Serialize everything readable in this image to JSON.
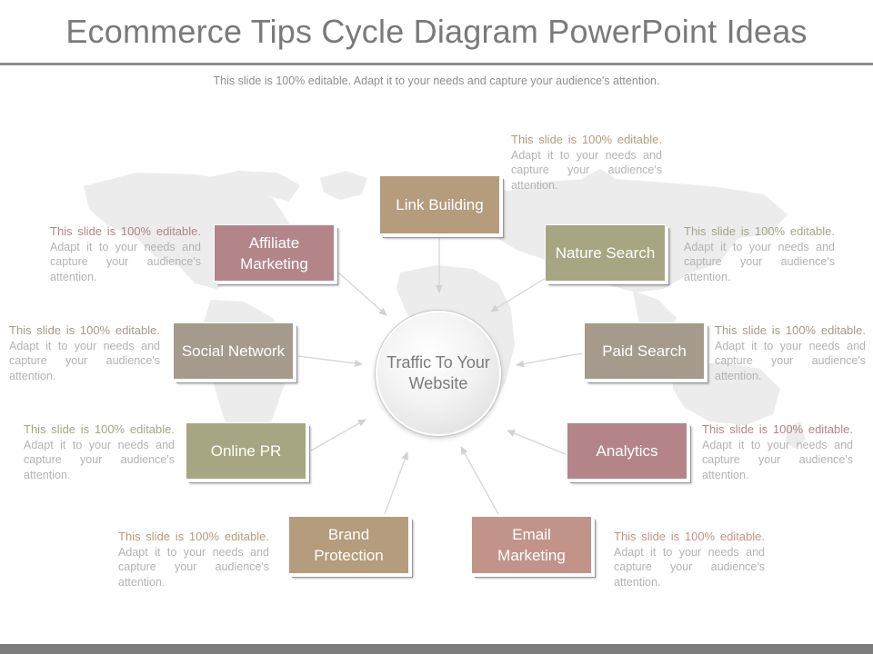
{
  "title": "Ecommerce Tips Cycle Diagram PowerPoint Ideas",
  "subtitle": "This slide is 100% editable. Adapt it to your needs and capture your audience's attention.",
  "hub": {
    "label": "Traffic To Your Website"
  },
  "colors": {
    "olive": "#a6a682",
    "tan": "#b49c7c",
    "mauve": "#b38589",
    "gray_brown": "#a69a8c",
    "rose": "#c29489",
    "title_gray": "#7a7a7a",
    "rule_gray": "#8e8e8e"
  },
  "nodes": [
    {
      "id": "link-building",
      "label": "Link Building",
      "color": "#b49c7c",
      "lead_color": "#b49c7c",
      "desc_lead": "This slide is 100% editable.",
      "desc_rest": "Adapt it to your needs and capture your audience's attention."
    },
    {
      "id": "nature-search",
      "label": "Nature Search",
      "color": "#a6a682",
      "lead_color": "#a6a682",
      "desc_lead": "This slide is 100% editable.",
      "desc_rest": "Adapt it to your needs and capture your audience's attention."
    },
    {
      "id": "paid-search",
      "label": "Paid Search",
      "color": "#a69a8c",
      "lead_color": "#a69a8c",
      "desc_lead": "This slide is 100% editable.",
      "desc_rest": "Adapt it to your needs and capture your audience's attention."
    },
    {
      "id": "analytics",
      "label": "Analytics",
      "color": "#b38589",
      "lead_color": "#b38589",
      "desc_lead": "This slide is 100% editable.",
      "desc_rest": "Adapt it to your needs and capture your audience's attention."
    },
    {
      "id": "email-marketing",
      "label": "Email Marketing",
      "color": "#c29489",
      "lead_color": "#c29489",
      "desc_lead": "This slide is 100% editable.",
      "desc_rest": "Adapt it to your needs and capture your audience's attention."
    },
    {
      "id": "brand-protection",
      "label": "Brand Protection",
      "color": "#b49c7c",
      "lead_color": "#b49c7c",
      "desc_lead": "This slide is 100% editable.",
      "desc_rest": "Adapt it to your needs and capture your audience's attention."
    },
    {
      "id": "online-pr",
      "label": "Online PR",
      "color": "#a6a682",
      "lead_color": "#a6a682",
      "desc_lead": "This slide is 100% editable.",
      "desc_rest": "Adapt it to your needs and capture your audience's attention."
    },
    {
      "id": "social-network",
      "label": "Social Network",
      "color": "#a69a8c",
      "lead_color": "#a69a8c",
      "desc_lead": "This slide is 100% editable.",
      "desc_rest": "Adapt it to your needs and capture your audience's attention."
    },
    {
      "id": "affiliate-marketing",
      "label": "Affiliate Marketing",
      "color": "#b38589",
      "lead_color": "#b38589",
      "desc_lead": "This slide is 100% editable.",
      "desc_rest": "Adapt it to your needs and capture your audience's attention."
    }
  ]
}
